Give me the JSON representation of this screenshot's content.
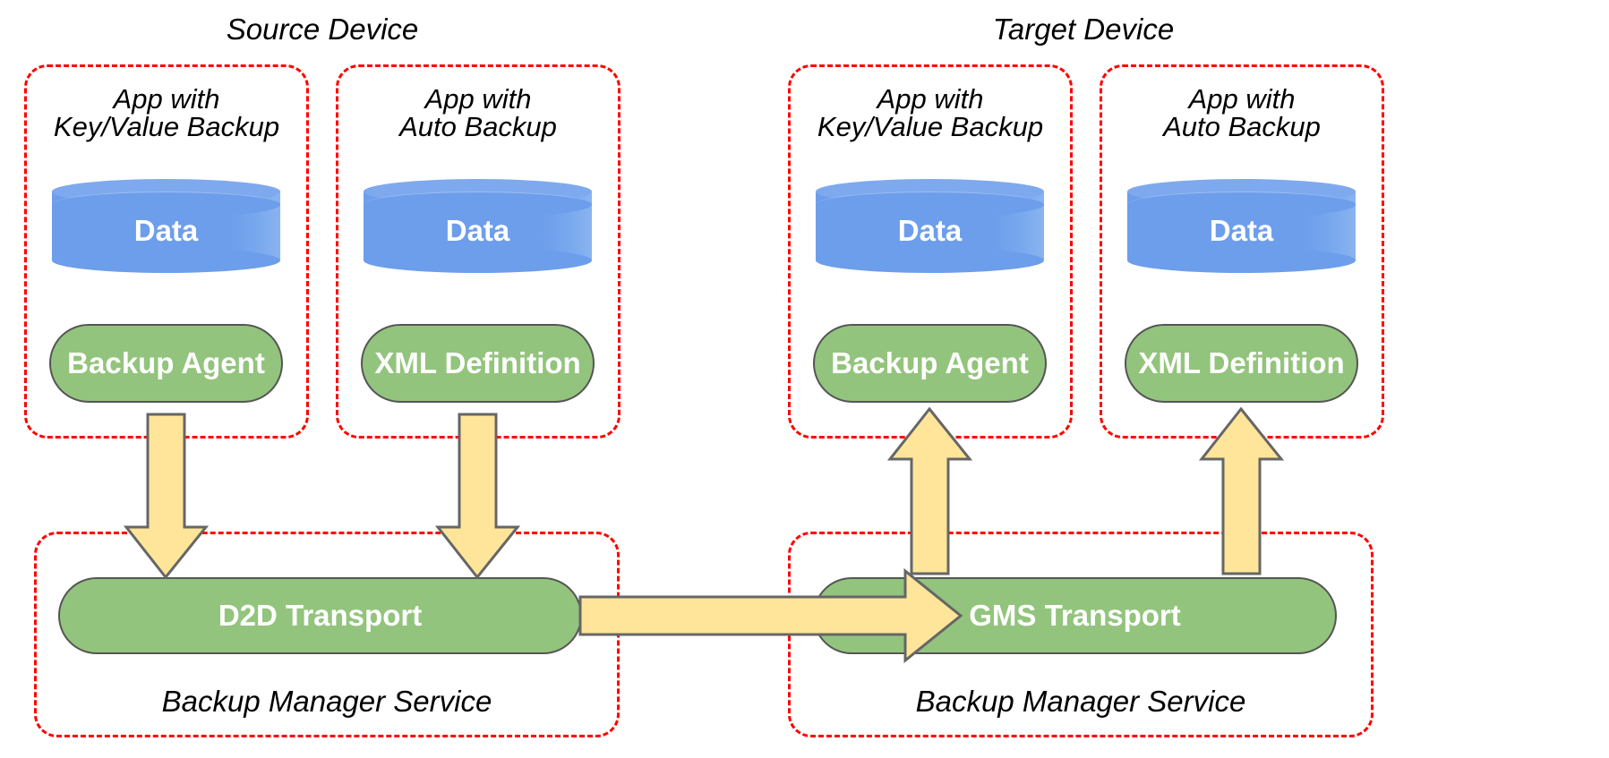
{
  "diagram": {
    "title_source": "Source Device",
    "title_target": "Target Device",
    "colors": {
      "data_cylinder": "#6d9eeb",
      "component_box": "#93c47d",
      "arrow": "#ffe599",
      "boundary_dashed": "#ff0000",
      "border_gray": "#666666",
      "text_light": "#ffffff",
      "text_dark": "#000000"
    },
    "source_device": {
      "label": "Source Device",
      "apps": [
        {
          "title": "App with\nKey/Value Backup",
          "data_label": "Data",
          "component_label": "Backup Agent",
          "arrow_direction": "down"
        },
        {
          "title": "App with\nAuto Backup",
          "data_label": "Data",
          "component_label": "XML Definition",
          "arrow_direction": "down"
        }
      ],
      "service": {
        "transport_label": "D2D Transport",
        "service_label": "Backup Manager Service"
      }
    },
    "target_device": {
      "label": "Target Device",
      "apps": [
        {
          "title": "App with\nKey/Value Backup",
          "data_label": "Data",
          "component_label": "Backup Agent",
          "arrow_direction": "up"
        },
        {
          "title": "App with\nAuto Backup",
          "data_label": "Data",
          "component_label": "XML Definition",
          "arrow_direction": "up"
        }
      ],
      "service": {
        "transport_label": "GMS Transport",
        "service_label": "Backup Manager Service"
      }
    },
    "cross_device_arrow": {
      "from": "D2D Transport",
      "to": "GMS Transport",
      "direction": "right"
    }
  }
}
